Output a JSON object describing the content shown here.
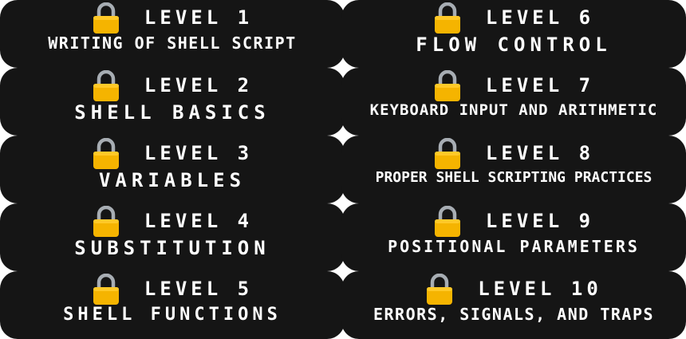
{
  "levels": [
    {
      "level": "LEVEL 1",
      "title": "WRITING OF SHELL SCRIPT"
    },
    {
      "level": "LEVEL 6",
      "title": "FLOW CONTROL"
    },
    {
      "level": "LEVEL 2",
      "title": "SHELL BASICS"
    },
    {
      "level": "LEVEL 7",
      "title": "KEYBOARD INPUT AND ARITHMETIC"
    },
    {
      "level": "LEVEL 3",
      "title": "VARIABLES"
    },
    {
      "level": "LEVEL 8",
      "title": "PROPER SHELL SCRIPTING PRACTICES"
    },
    {
      "level": "LEVEL 4",
      "title": "SUBSTITUTION"
    },
    {
      "level": "LEVEL 9",
      "title": "POSITIONAL PARAMETERS"
    },
    {
      "level": "LEVEL 5",
      "title": "SHELL FUNCTIONS"
    },
    {
      "level": "LEVEL 10",
      "title": "ERRORS, SIGNALS, AND TRAPS"
    }
  ],
  "icons": {
    "locked": "lock-icon"
  },
  "colors": {
    "tile_bg": "#151515",
    "text": "#ffffff",
    "lock_body": "#f4b400",
    "lock_shackle": "#9aa0a6"
  }
}
